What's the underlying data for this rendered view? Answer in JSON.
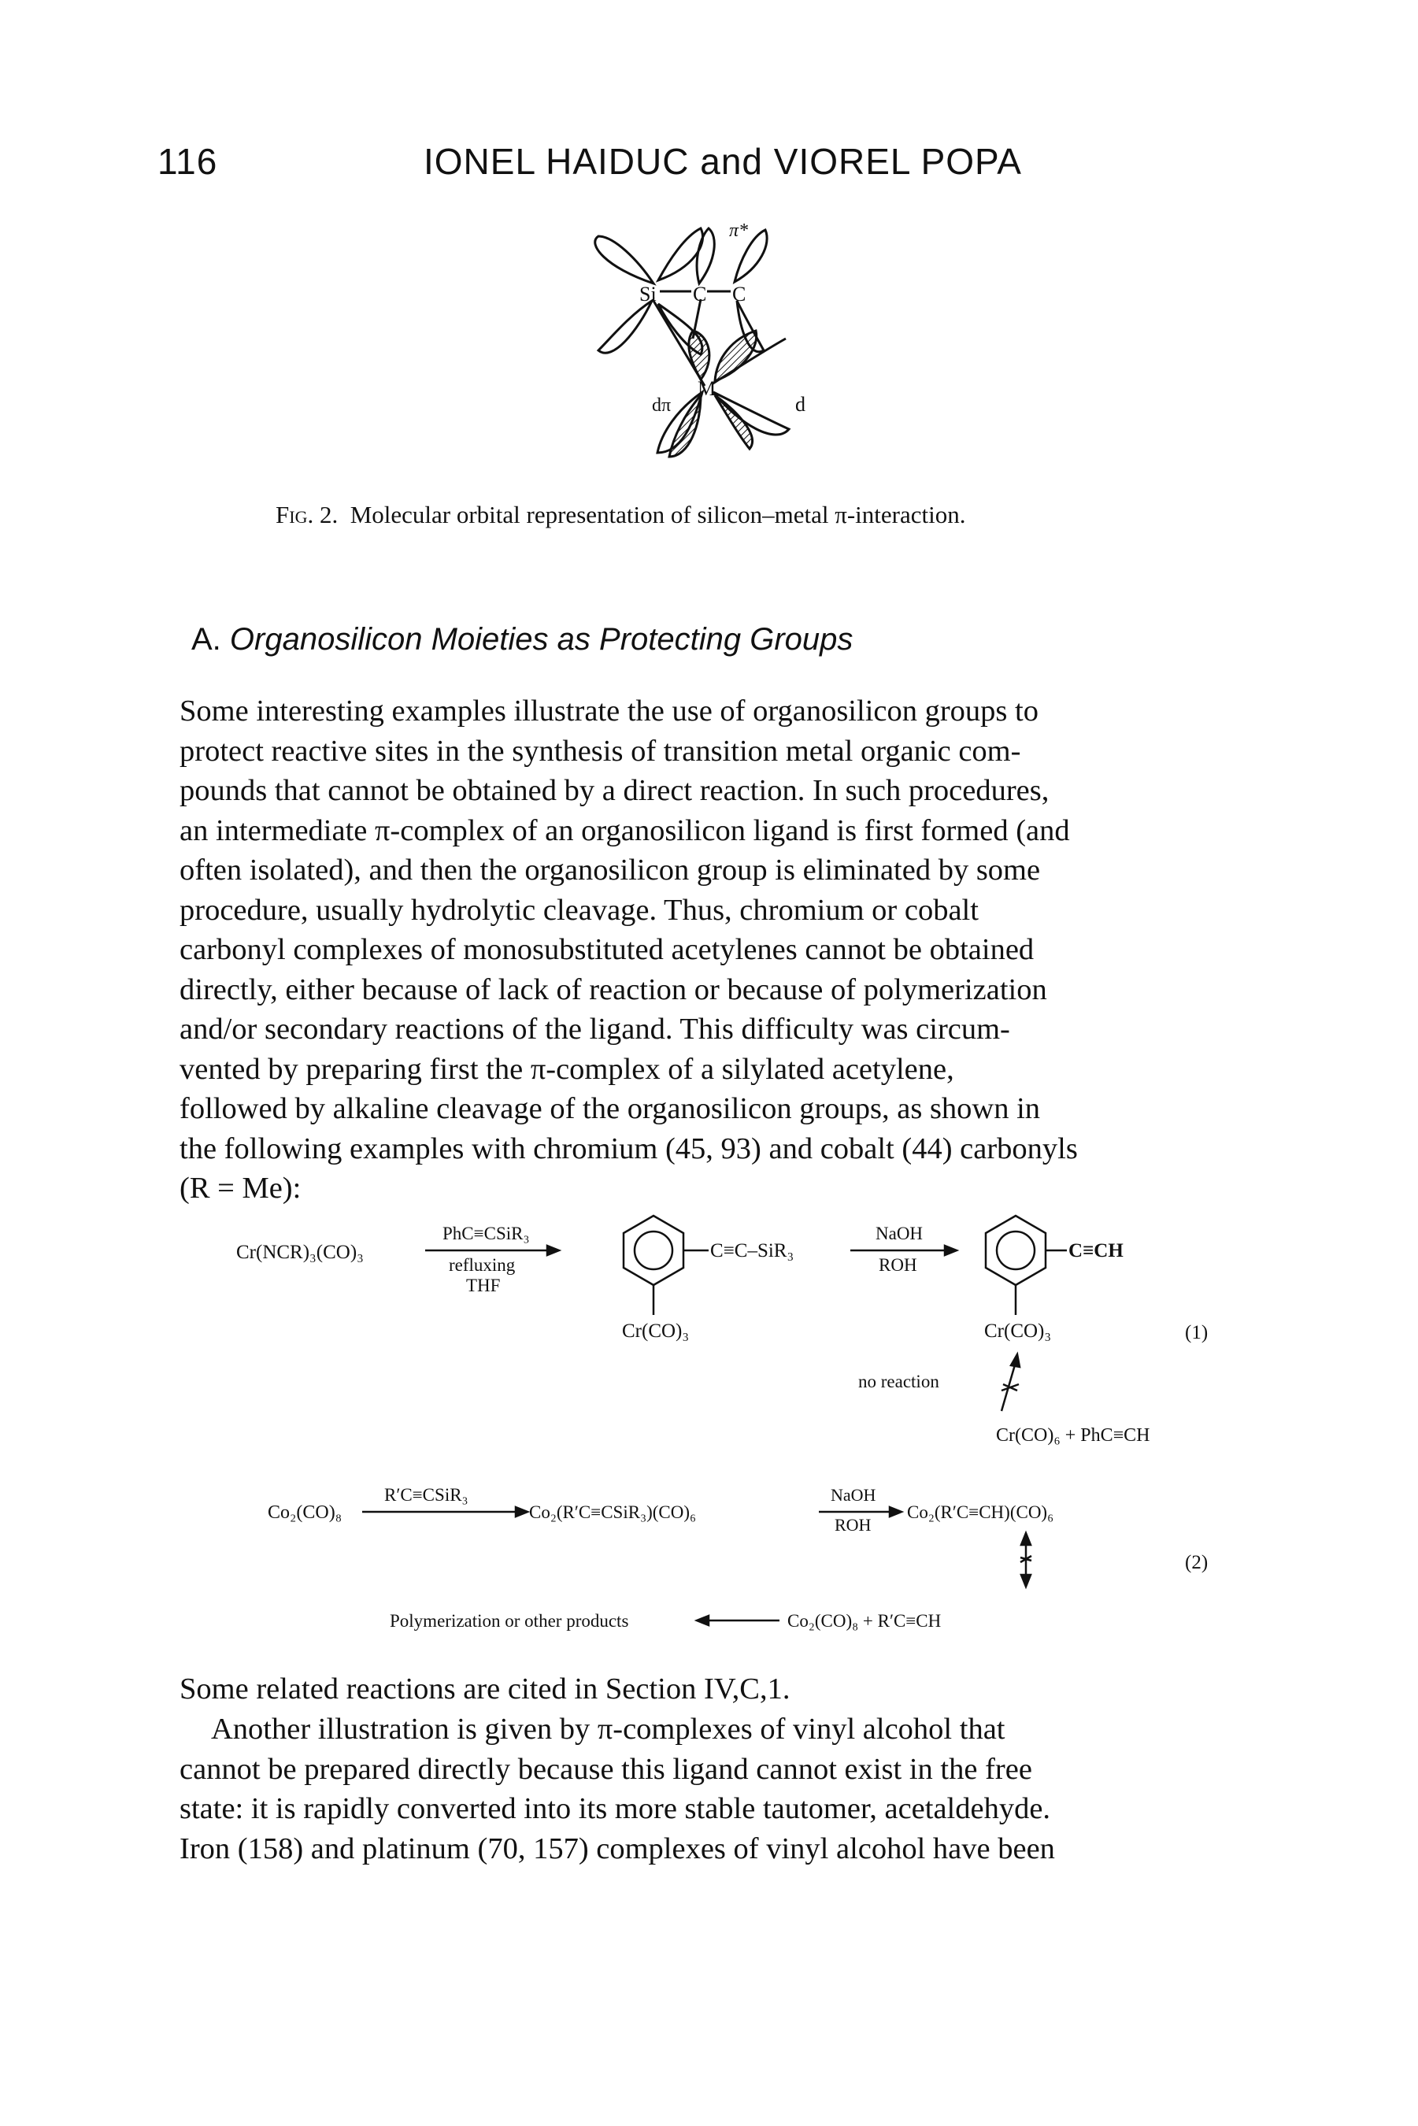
{
  "header": {
    "page_number": "116",
    "authors": "IONEL HAIDUC and VIOREL POPA"
  },
  "figure": {
    "label": "Fig. 2.",
    "caption": "Molecular orbital representation of silicon–metal π-interaction.",
    "atoms": {
      "si": "Si",
      "c1": "C",
      "c2": "C",
      "m": "M"
    },
    "orbital_labels": {
      "pi_star": "π*",
      "d_pi": "dπ",
      "d": "d"
    }
  },
  "section": {
    "letter": "A.",
    "title": "Organosilicon Moieties as Protecting Groups"
  },
  "paragraph1": {
    "lines": [
      "Some interesting examples illustrate the use of organosilicon groups to",
      "protect reactive sites in the synthesis of transition metal organic com-",
      "pounds that cannot be obtained by a direct reaction. In such procedures,",
      "an intermediate π-complex of an organosilicon ligand is first formed (and",
      "often isolated), and then the organosilicon group is eliminated by some",
      "procedure, usually hydrolytic cleavage. Thus, chromium or cobalt",
      "carbonyl complexes of monosubstituted acetylenes cannot be obtained",
      "directly, either because of lack of reaction or because of polymerization",
      "and/or secondary reactions of the ligand. This difficulty was circum-",
      "vented by preparing first the π-complex of a silylated acetylene,",
      "followed by alkaline cleavage of the organosilicon groups, as shown in",
      "the following examples with chromium (45, 93) and cobalt (44) carbonyls",
      "(R = Me):"
    ]
  },
  "scheme": {
    "eq1": {
      "reactant": "Cr(NCR)₃(CO)₃",
      "reagent": "PhC≡CSiR₃",
      "conditions": [
        "refluxing",
        "THF"
      ],
      "intermediate_substituent": "C≡C–SiR₃",
      "intermediate_metal": "Cr(CO)₃",
      "cleavage_top": "NaOH",
      "cleavage_bottom": "ROH",
      "product_substituent": "C≡CH",
      "product_metal": "Cr(CO)₃",
      "no_reaction": "no reaction",
      "direct_reactants": "Cr(CO)₆ + PhC≡CH",
      "number": "(1)"
    },
    "eq2": {
      "reactant": "Co₂(CO)₈",
      "reagent": "R′C≡CSiR₃",
      "intermediate": "Co₂(R′C≡CSiR₃)(CO)₆",
      "cleavage_top": "NaOH",
      "cleavage_bottom": "ROH",
      "product": "Co₂(R′C≡CH)(CO)₆",
      "side_products": "Polymerization or other products",
      "direct_reactants": "Co₂(CO)₈ + R′C≡CH",
      "number": "(2)"
    }
  },
  "paragraph2": {
    "text": "Some related reactions are cited in Section IV,C,1."
  },
  "paragraph3": {
    "lines": [
      "Another illustration is given by π-complexes of vinyl alcohol that",
      "cannot be prepared directly because this ligand cannot exist in the free",
      "state: it is rapidly converted into its more stable tautomer, acetaldehyde.",
      "Iron (158) and platinum (70, 157) complexes of vinyl alcohol have been"
    ]
  }
}
